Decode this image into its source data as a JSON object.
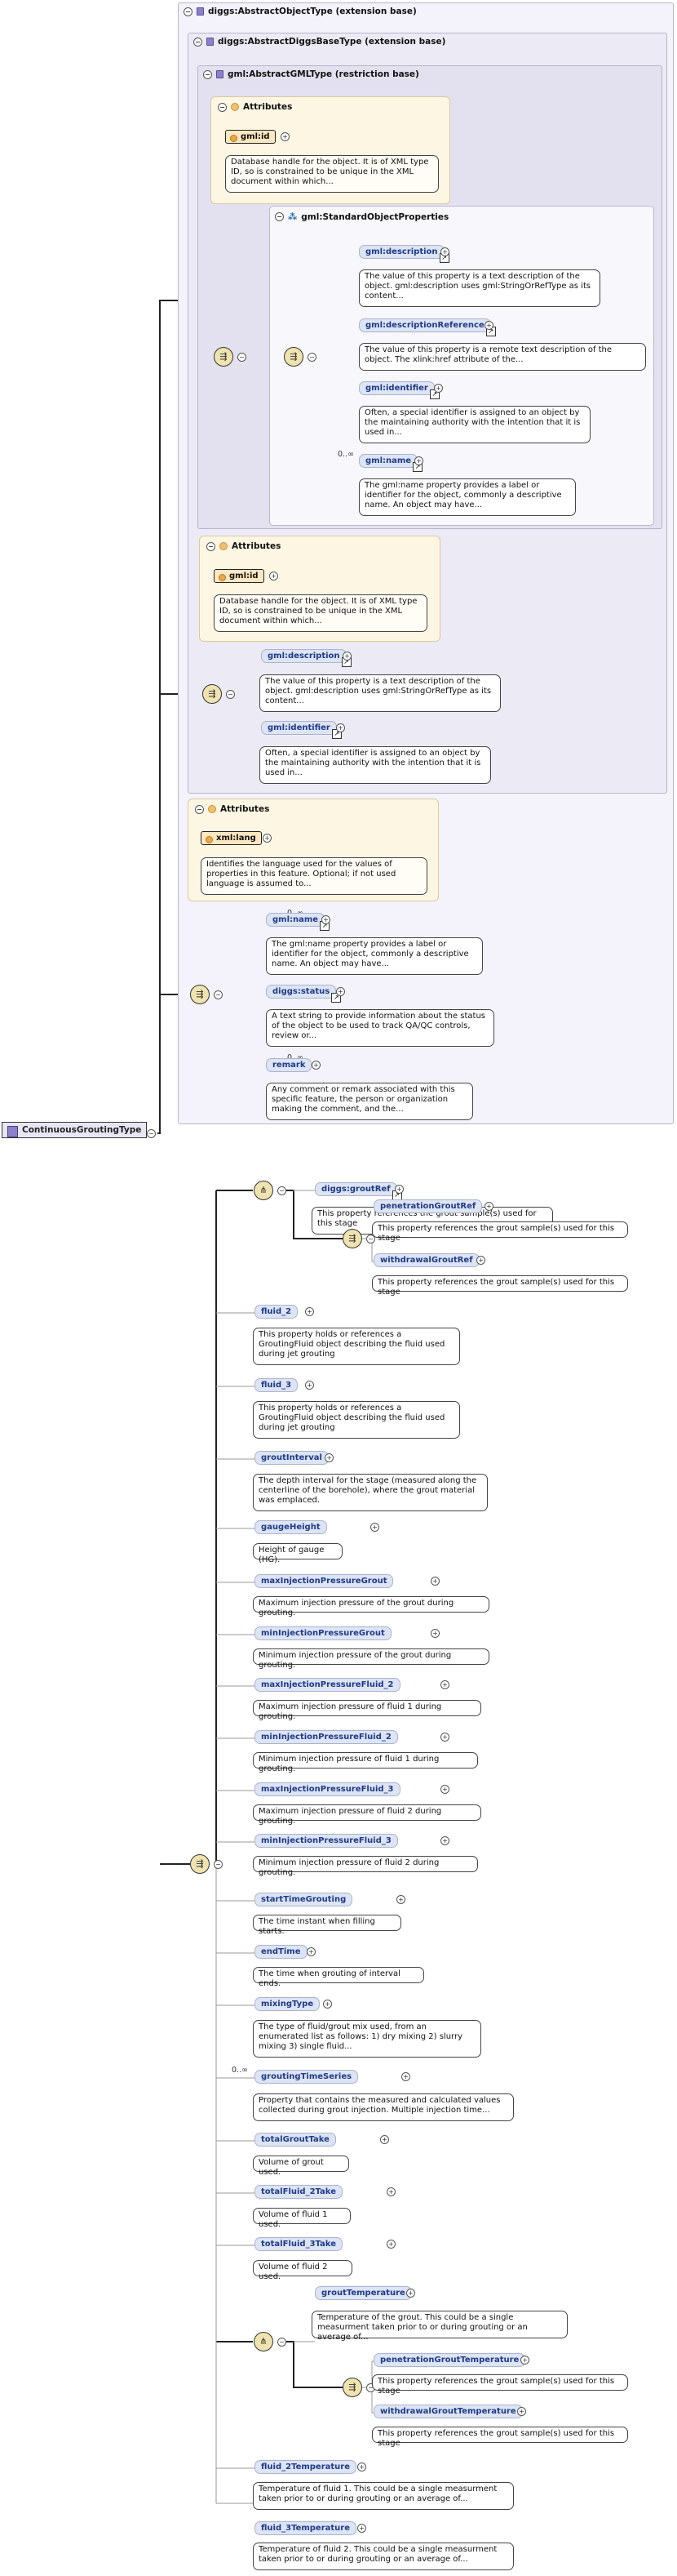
{
  "root": {
    "name": "ContinuousGroutingType"
  },
  "base": {
    "diggs_abstract": "diggs:AbstractObjectType (extension base)",
    "diggs_base": "diggs:AbstractDiggsBaseType (extension base)",
    "gml_abstract": "gml:AbstractGMLType (restriction base)",
    "std_props": "gml:StandardObjectProperties"
  },
  "attributes_label": "Attributes",
  "attr": {
    "gmlid_name": "gml:id",
    "gmlid_doc": "Database handle for the object. It is of XML type ID, so is constrained to be unique in the XML document within which...",
    "gmlid2_doc": "Database handle for the object. It is of XML type ID, so is constrained to be unique in the XML document within which...",
    "xmllang_name": "xml:lang",
    "xmllang_doc": "Identifies the language used for the values of properties in this feature. Optional; if not used language is assumed to..."
  },
  "occurs": {
    "zero_inf": "0..∞"
  },
  "elements": {
    "description": "gml:description",
    "description_doc": "The value of this property is a text description of the object. gml:description uses gml:StringOrRefType as its content...",
    "descriptionReference": "gml:descriptionReference",
    "descriptionReference_doc": "The value of this property is a remote text description of the object. The xlink:href attribute of the...",
    "identifier": "gml:identifier",
    "identifier_doc": "Often, a special identifier is assigned to an object by the maintaining authority with the intention that it is used in...",
    "name": "gml:name",
    "name_doc": "The gml:name property provides a label or identifier for the object, commonly a descriptive name. An object may have...",
    "description2": "gml:description",
    "description2_doc": "The value of this property is a text description of the object. gml:description uses gml:StringOrRefType as its content...",
    "identifier2": "gml:identifier",
    "identifier2_doc": "Often, a special identifier is assigned to an object by the maintaining authority with the intention that it is used in...",
    "name2": "gml:name",
    "name2_doc": "The gml:name property provides a label or identifier for the object, commonly a descriptive name. An object may have...",
    "status": "diggs:status",
    "status_doc": "A text string to provide information about the status of the object to be used to track QA/QC controls, review or...",
    "remark": "remark",
    "remark_doc": "Any comment or remark associated with this specific feature, the person or organization making the comment, and the...",
    "groutRef": "diggs:groutRef",
    "groutRef_doc": "This property references the grout sample(s) used for this stage",
    "penetrationGroutRef": "penetrationGroutRef",
    "penetrationGroutRef_doc": "This property references the grout sample(s) used for this stage",
    "withdrawalGroutRef": "withdrawalGroutRef",
    "withdrawalGroutRef_doc": "This property references the grout sample(s) used for this stage",
    "fluid_2": "fluid_2",
    "fluid_2_doc": "This property holds or references a GroutingFluid object describing the fluid used during jet grouting",
    "fluid_3": "fluid_3",
    "fluid_3_doc": "This property holds or references a GroutingFluid object describing the fluid used during jet grouting",
    "groutInterval": "groutInterval",
    "groutInterval_doc": "The depth interval for the stage (measured along the centerline of the borehole), where the grout material was emplaced.",
    "gaugeHeight": "gaugeHeight",
    "gaugeHeight_doc": "Height of gauge (HG).",
    "maxInjectionPressureGrout": "maxInjectionPressureGrout",
    "maxInjectionPressureGrout_doc": "Maximum injection pressure of the grout during grouting.",
    "minInjectionPressureGrout": "minInjectionPressureGrout",
    "minInjectionPressureGrout_doc": "Minimum injection pressure of the grout during grouting.",
    "maxInjectionPressureFluid_2": "maxInjectionPressureFluid_2",
    "maxInjectionPressureFluid_2_doc": "Maximum injection pressure of fluid 1 during grouting.",
    "minInjectionPressureFluid_2": "minInjectionPressureFluid_2",
    "minInjectionPressureFluid_2_doc": "Minimum injection pressure of fluid 1 during grouting.",
    "maxInjectionPressureFluid_3": "maxInjectionPressureFluid_3",
    "maxInjectionPressureFluid_3_doc": "Maximum injection pressure of fluid 2 during grouting.",
    "minInjectionPressureFluid_3": "minInjectionPressureFluid_3",
    "minInjectionPressureFluid_3_doc": "Minimum injection pressure of fluid 2 during grouting.",
    "startTimeGrouting": "startTimeGrouting",
    "startTimeGrouting_doc": "The time instant when filling starts.",
    "endTime": "endTime",
    "endTime_doc": "The time when grouting of interval ends.",
    "mixingType": "mixingType",
    "mixingType_doc": "The type of fluid/grout mix used, from an enumerated list as follows: 1) dry mixing 2) slurry mixing 3) single fluid...",
    "groutingTimeSeries": "groutingTimeSeries",
    "groutingTimeSeries_doc": "Property that contains the measured and calculated values collected during grout injection. Multiple injection time...",
    "totalGroutTake": "totalGroutTake",
    "totalGroutTake_doc": "Volume of grout used.",
    "totalFluid_2Take": "totalFluid_2Take",
    "totalFluid_2Take_doc": "Volume of fluid 1 used.",
    "totalFluid_3Take": "totalFluid_3Take",
    "totalFluid_3Take_doc": "Volume of fluid 2 used.",
    "groutTemperature": "groutTemperature",
    "groutTemperature_doc": "Temperature of the grout. This could be a single measurment taken prior to or during grouting or an average of...",
    "penetrationGroutTemperature": "penetrationGroutTemperature",
    "penetrationGroutTemperature_doc": "This property references the grout sample(s) used for this stage",
    "withdrawalGroutTemperature": "withdrawalGroutTemperature",
    "withdrawalGroutTemperature_doc": "This property references the grout sample(s) used for this stage",
    "fluid_2Temperature": "fluid_2Temperature",
    "fluid_2Temperature_doc": "Temperature of fluid 1. This could be a single measurment taken prior to or during grouting or an average of...",
    "fluid_3Temperature": "fluid_3Temperature",
    "fluid_3Temperature_doc": "Temperature of fluid 2. This could be a single measurment taken prior to or during grouting or an average of..."
  }
}
